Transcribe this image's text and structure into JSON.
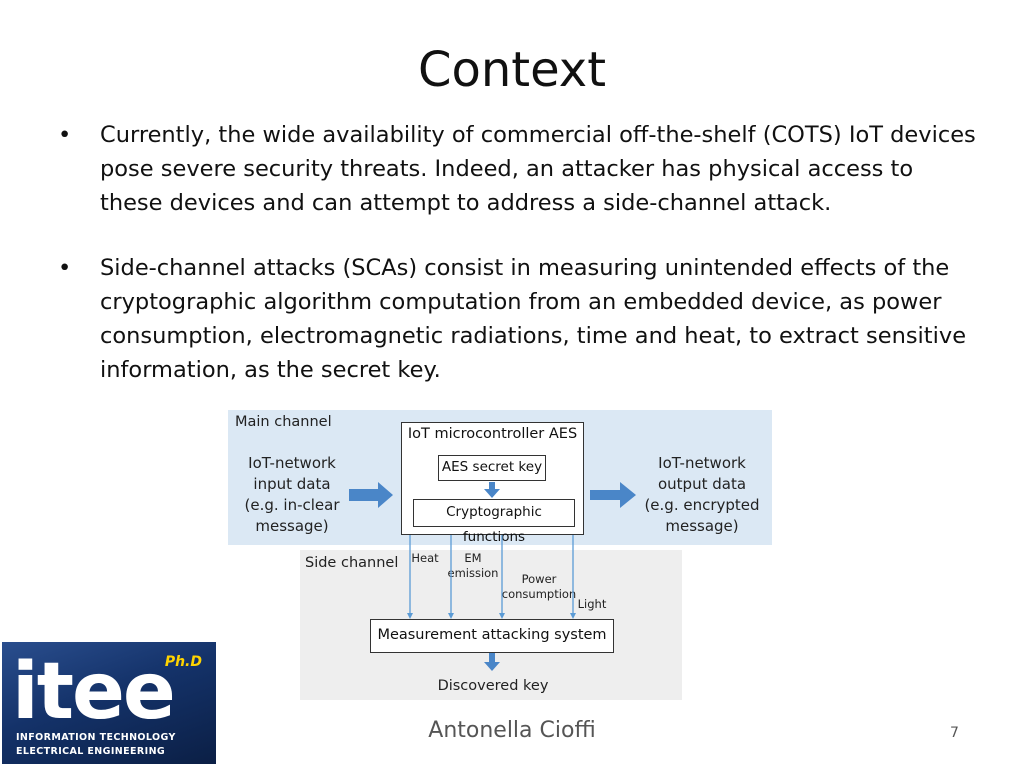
{
  "slide": {
    "title": "Context",
    "bullets": [
      {
        "marker": "•",
        "text": "Currently, the wide availability of commercial off-the-shelf (COTS) IoT devices pose severe security threats. Indeed, an attacker has physical access to these devices and can attempt to address a side-channel attack."
      },
      {
        "marker": "•",
        "text": "Side-channel attacks (SCAs) consist in measuring unintended effects of the cryptographic algorithm computation from an embedded device, as power consumption, electromagnetic radiations, time and heat, to extract sensitive information, as the secret key."
      }
    ],
    "footer": "Antonella Cioffi",
    "page_number": "7"
  },
  "diagram": {
    "main_channel_label": "Main channel",
    "side_channel_label": "Side channel",
    "input_lines": [
      "IoT-network",
      "input data",
      "(e.g. in-clear",
      "message)"
    ],
    "output_lines": [
      "IoT-network",
      "output data",
      "(e.g. encrypted",
      "message)"
    ],
    "controller_title": "IoT microcontroller AES",
    "secret_key_box": "AES secret key",
    "crypto_box": "Cryptographic functions",
    "heat_label": "Heat",
    "em_lines": [
      "EM",
      "emission"
    ],
    "power_lines": [
      "Power",
      "consumption"
    ],
    "light_label": "Light",
    "measurement_box": "Measurement attacking system",
    "result_label": "Discovered key",
    "colors": {
      "main_panel": "#dbe8f4",
      "side_panel": "#eeeeee",
      "arrow_blue": "#4a86c8",
      "line_blue": "#5b9bd5"
    }
  },
  "logo": {
    "main_letters": "itee",
    "badge": "Ph.D",
    "line1": "INFORMATION TECHNOLOGY",
    "line2": "ELECTRICAL ENGINEERING"
  }
}
